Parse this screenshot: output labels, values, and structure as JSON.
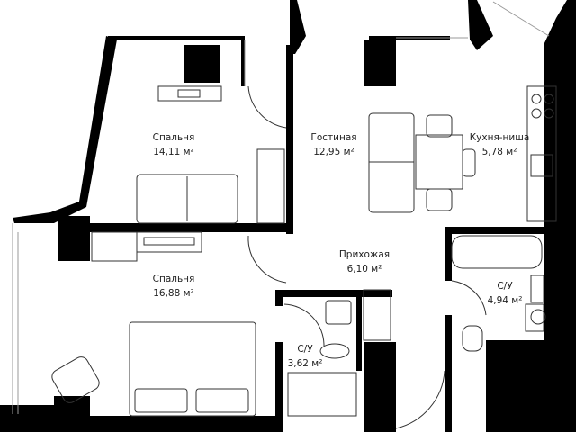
{
  "rooms": [
    {
      "name": "Спальня",
      "area": "14,11 м²"
    },
    {
      "name": "Гостиная",
      "area": "12,95 м²"
    },
    {
      "name": "Кухня-ниша",
      "area": "5,78 м²"
    },
    {
      "name": "Спальня",
      "area": "16,88 м²"
    },
    {
      "name": "Прихожая",
      "area": "6,10 м²"
    },
    {
      "name": "С/У",
      "area": "4,94 м²"
    },
    {
      "name": "С/У",
      "area": "3,62 м²"
    }
  ],
  "colors": {
    "wall": "#000000",
    "furniture": "#333333"
  }
}
